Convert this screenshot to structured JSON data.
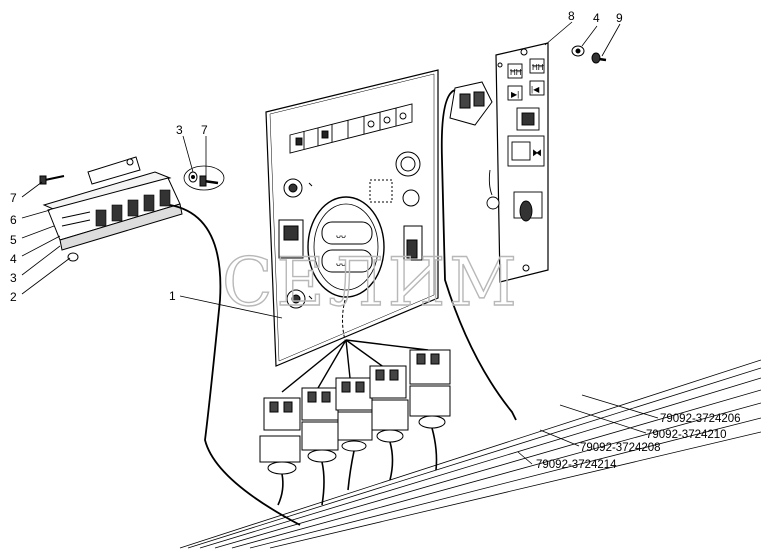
{
  "diagram": {
    "callouts": {
      "c_1": "1",
      "c_2": "2",
      "c_3a": "3",
      "c_4a": "4",
      "c_5": "5",
      "c_6": "6",
      "c_7a": "7",
      "c_3b": "3",
      "c_7b": "7",
      "c_8": "8",
      "c_4b": "4",
      "c_9": "9"
    },
    "part_numbers": [
      "79092-3724206",
      "79092-3724210",
      "79092-3724208",
      "79092-3724214"
    ],
    "watermark": "СЕЛИМ"
  }
}
